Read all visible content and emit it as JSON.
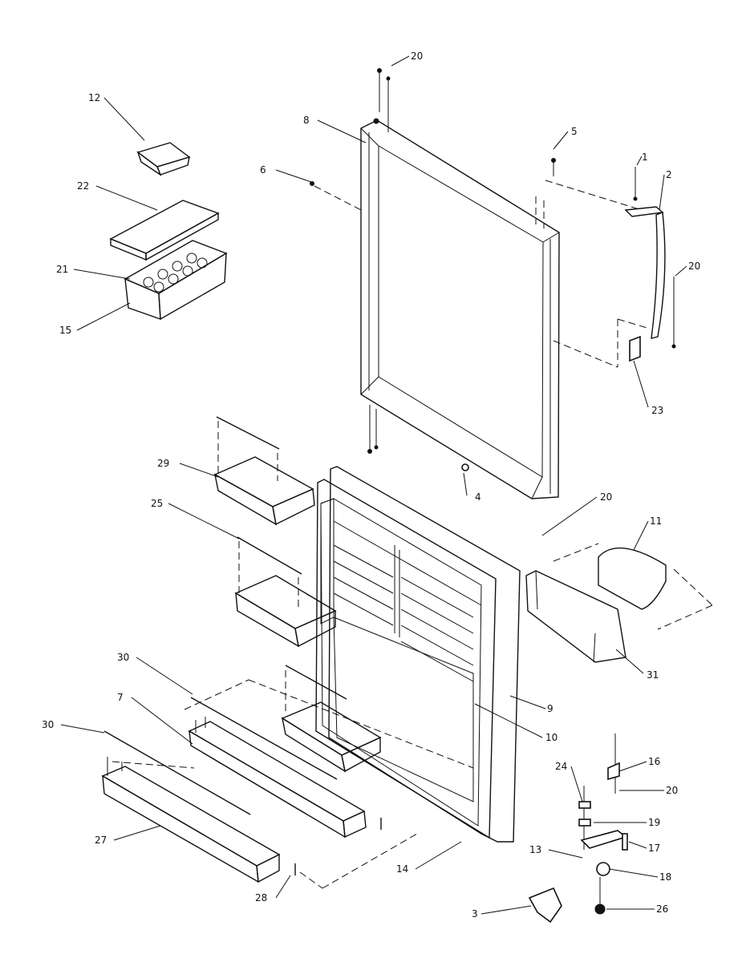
{
  "diagram": {
    "type": "exploded-parts-diagram",
    "line_color": "#111111",
    "background": "#ffffff",
    "callouts": [
      {
        "id": "c-20a",
        "text": "20"
      },
      {
        "id": "c-12",
        "text": "12"
      },
      {
        "id": "c-8",
        "text": "8"
      },
      {
        "id": "c-5",
        "text": "5"
      },
      {
        "id": "c-1",
        "text": "1"
      },
      {
        "id": "c-2",
        "text": "2"
      },
      {
        "id": "c-6",
        "text": "6"
      },
      {
        "id": "c-22",
        "text": "22"
      },
      {
        "id": "c-20b",
        "text": "20"
      },
      {
        "id": "c-21",
        "text": "21"
      },
      {
        "id": "c-15",
        "text": "15"
      },
      {
        "id": "c-23",
        "text": "23"
      },
      {
        "id": "c-29",
        "text": "29"
      },
      {
        "id": "c-4",
        "text": "4"
      },
      {
        "id": "c-20c",
        "text": "20"
      },
      {
        "id": "c-25",
        "text": "25"
      },
      {
        "id": "c-11",
        "text": "11"
      },
      {
        "id": "c-31",
        "text": "31"
      },
      {
        "id": "c-30a",
        "text": "30"
      },
      {
        "id": "c-7",
        "text": "7"
      },
      {
        "id": "c-9",
        "text": "9"
      },
      {
        "id": "c-30b",
        "text": "30"
      },
      {
        "id": "c-10",
        "text": "10"
      },
      {
        "id": "c-24",
        "text": "24"
      },
      {
        "id": "c-16",
        "text": "16"
      },
      {
        "id": "c-20d",
        "text": "20"
      },
      {
        "id": "c-19",
        "text": "19"
      },
      {
        "id": "c-27",
        "text": "27"
      },
      {
        "id": "c-13",
        "text": "13"
      },
      {
        "id": "c-17",
        "text": "17"
      },
      {
        "id": "c-14",
        "text": "14"
      },
      {
        "id": "c-18",
        "text": "18"
      },
      {
        "id": "c-28",
        "text": "28"
      },
      {
        "id": "c-3",
        "text": "3"
      },
      {
        "id": "c-26",
        "text": "26"
      }
    ]
  }
}
